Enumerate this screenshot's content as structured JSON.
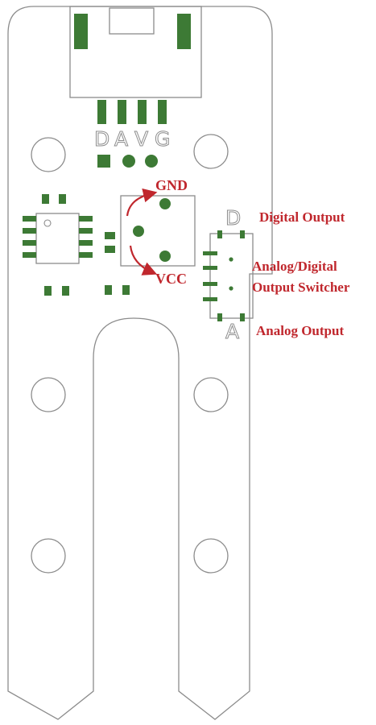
{
  "colors": {
    "outline": "#8c8c8c",
    "pad": "#3d7a35",
    "label": "#c0272d",
    "arrow": "#c0272d"
  },
  "header_pins": {
    "letters": [
      "D",
      "A",
      "V",
      "G"
    ]
  },
  "jumper": {
    "top_letter": "D",
    "bottom_letter": "A",
    "labels": {
      "digital_output": "Digital Output",
      "switcher_line1": "Analog/Digital",
      "switcher_line2": "Output Switcher",
      "analog_output": "Analog Output"
    }
  },
  "potentiometer": {
    "gnd_label": "GND",
    "vcc_label": "VCC"
  }
}
